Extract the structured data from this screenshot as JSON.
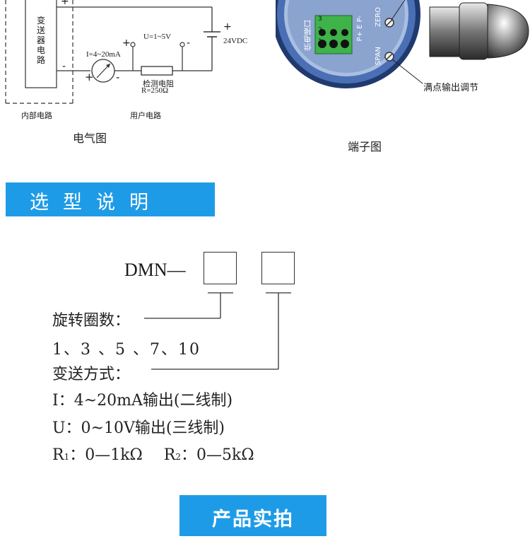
{
  "electrical": {
    "caption": "电气图",
    "transmitter_box_label": "变送器电路",
    "internal_label": "内部电路",
    "user_label": "用户电路",
    "current_label": "I=4~20mA",
    "voltage_label": "U=1~5V",
    "power_label": "24VDC",
    "resistor_label": "检测电阻",
    "resistor_value": "R=250Ω",
    "plus": "+",
    "minus": "-"
  },
  "terminal": {
    "caption": "端子图",
    "zero_label": "ZERO",
    "span_label": "SPAN",
    "span_callout": "满点输出调节",
    "interface_label": "供电接口",
    "pin_numbers": [
      "3",
      "2",
      "1"
    ],
    "pin_labels": "P+ E P-"
  },
  "selection": {
    "banner": "选型说明",
    "model_prefix": "DMN—",
    "turns_label": "旋转圈数：",
    "turns_values": "1、3 、5 、7、10",
    "output_label": "变送方式：",
    "option_i": "I：4~20mA输出(二线制)",
    "option_u": "U：0~10V输出(三线制)",
    "r1_prefix": "R",
    "r1_sub": "1",
    "r1_value": "：0—1kΩ",
    "r2_prefix": "R",
    "r2_sub": "2",
    "r2_value": "：0—5kΩ"
  },
  "photo_banner": "产品实拍",
  "colors": {
    "banner_blue": "#1e9be6",
    "terminal_green": "#3fb24a",
    "housing_blue": "#4a6fb5"
  }
}
